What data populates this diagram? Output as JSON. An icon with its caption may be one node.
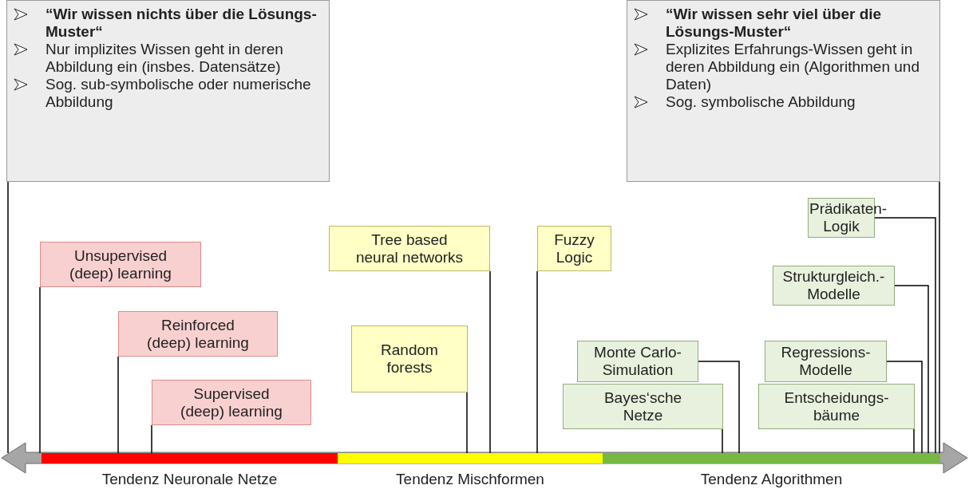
{
  "diagram": {
    "nodes": [
      {
        "text": [
          "“Wir wissen nichts über die Lösungs-Muster“",
          "Nur implizites Wissen geht in deren Abbildung ein (insbes. Datensätze)",
          "Sog. sub-symbolische oder numerische Abbildung"
        ]
      },
      {
        "text": [
          "“Wir wissen sehr viel über die Lösungs-Muster“",
          "Explizites Erfahrungs-Wissen geht in deren Abbildung ein (Algorithmen und Daten)",
          "Sog. symbolische Abbildung"
        ]
      },
      {
        "text": [
          "Prädikaten-Logik"
        ]
      },
      {
        "text": [
          "Unsupervised (deep) learning"
        ]
      },
      {
        "text": [
          "Tree based neural networks"
        ]
      },
      {
        "text": [
          "Fuzzy Logic"
        ]
      },
      {
        "text": [
          "Strukturgleich.-Modelle"
        ]
      },
      {
        "text": [
          "Reinforced (deep) learning"
        ]
      },
      {
        "text": [
          "Monte Carlo-Simulation"
        ]
      },
      {
        "text": [
          "Regressions-Modelle"
        ]
      },
      {
        "text": [
          "Random forests"
        ]
      },
      {
        "text": [
          "Supervised (deep) learning"
        ]
      },
      {
        "text": [
          "Bayes‘sche Netze"
        ]
      },
      {
        "text": [
          "Entscheidungs-bäume"
        ]
      },
      {
        "text": [
          "Tendenz Neuronale Netze"
        ]
      },
      {
        "text": [
          "Tendenz Mischformen"
        ]
      },
      {
        "text": [
          "Tendenz Algorithmen"
        ]
      }
    ],
    "edges": [
      {
        "from": 0,
        "to": null,
        "arrow": "none"
      },
      {
        "from": 1,
        "to": 16,
        "arrow": "none"
      },
      {
        "from": 2,
        "to": 16,
        "arrow": "none"
      },
      {
        "from": 3,
        "to": 14,
        "arrow": "none"
      },
      {
        "from": 4,
        "to": 15,
        "arrow": "none"
      },
      {
        "from": 5,
        "to": 15,
        "arrow": "none"
      },
      {
        "from": 6,
        "to": 16,
        "arrow": "none"
      },
      {
        "from": 7,
        "to": 14,
        "arrow": "none"
      },
      {
        "from": 8,
        "to": 16,
        "arrow": "none"
      },
      {
        "from": 9,
        "to": 16,
        "arrow": "none"
      },
      {
        "from": 10,
        "to": 15,
        "arrow": "none"
      },
      {
        "from": 11,
        "to": 14,
        "arrow": "none"
      },
      {
        "from": 12,
        "to": 16,
        "arrow": "none"
      },
      {
        "from": 13,
        "to": 16,
        "arrow": "none"
      }
    ]
  }
}
